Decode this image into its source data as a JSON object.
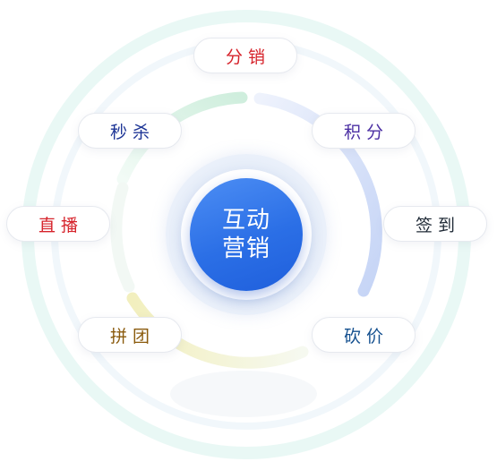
{
  "center": {
    "line1": "互动",
    "line2": "营销"
  },
  "features": [
    {
      "label": "分销",
      "color": "#d6232b"
    },
    {
      "label": "积分",
      "color": "#4b2fa3"
    },
    {
      "label": "签到",
      "color": "#1f2a36"
    },
    {
      "label": "砍价",
      "color": "#14508f"
    },
    {
      "label": "拼团",
      "color": "#8a5a0c"
    },
    {
      "label": "直播",
      "color": "#d6232b"
    },
    {
      "label": "秒杀",
      "color": "#1e3596"
    }
  ],
  "colors": {
    "core_blue": "#2b6fe6",
    "arc_blue": "#cdd9f6",
    "arc_green": "#d9f0e6",
    "arc_yellow": "#f2f1c8",
    "outer_ring": "#e6f7f4"
  }
}
